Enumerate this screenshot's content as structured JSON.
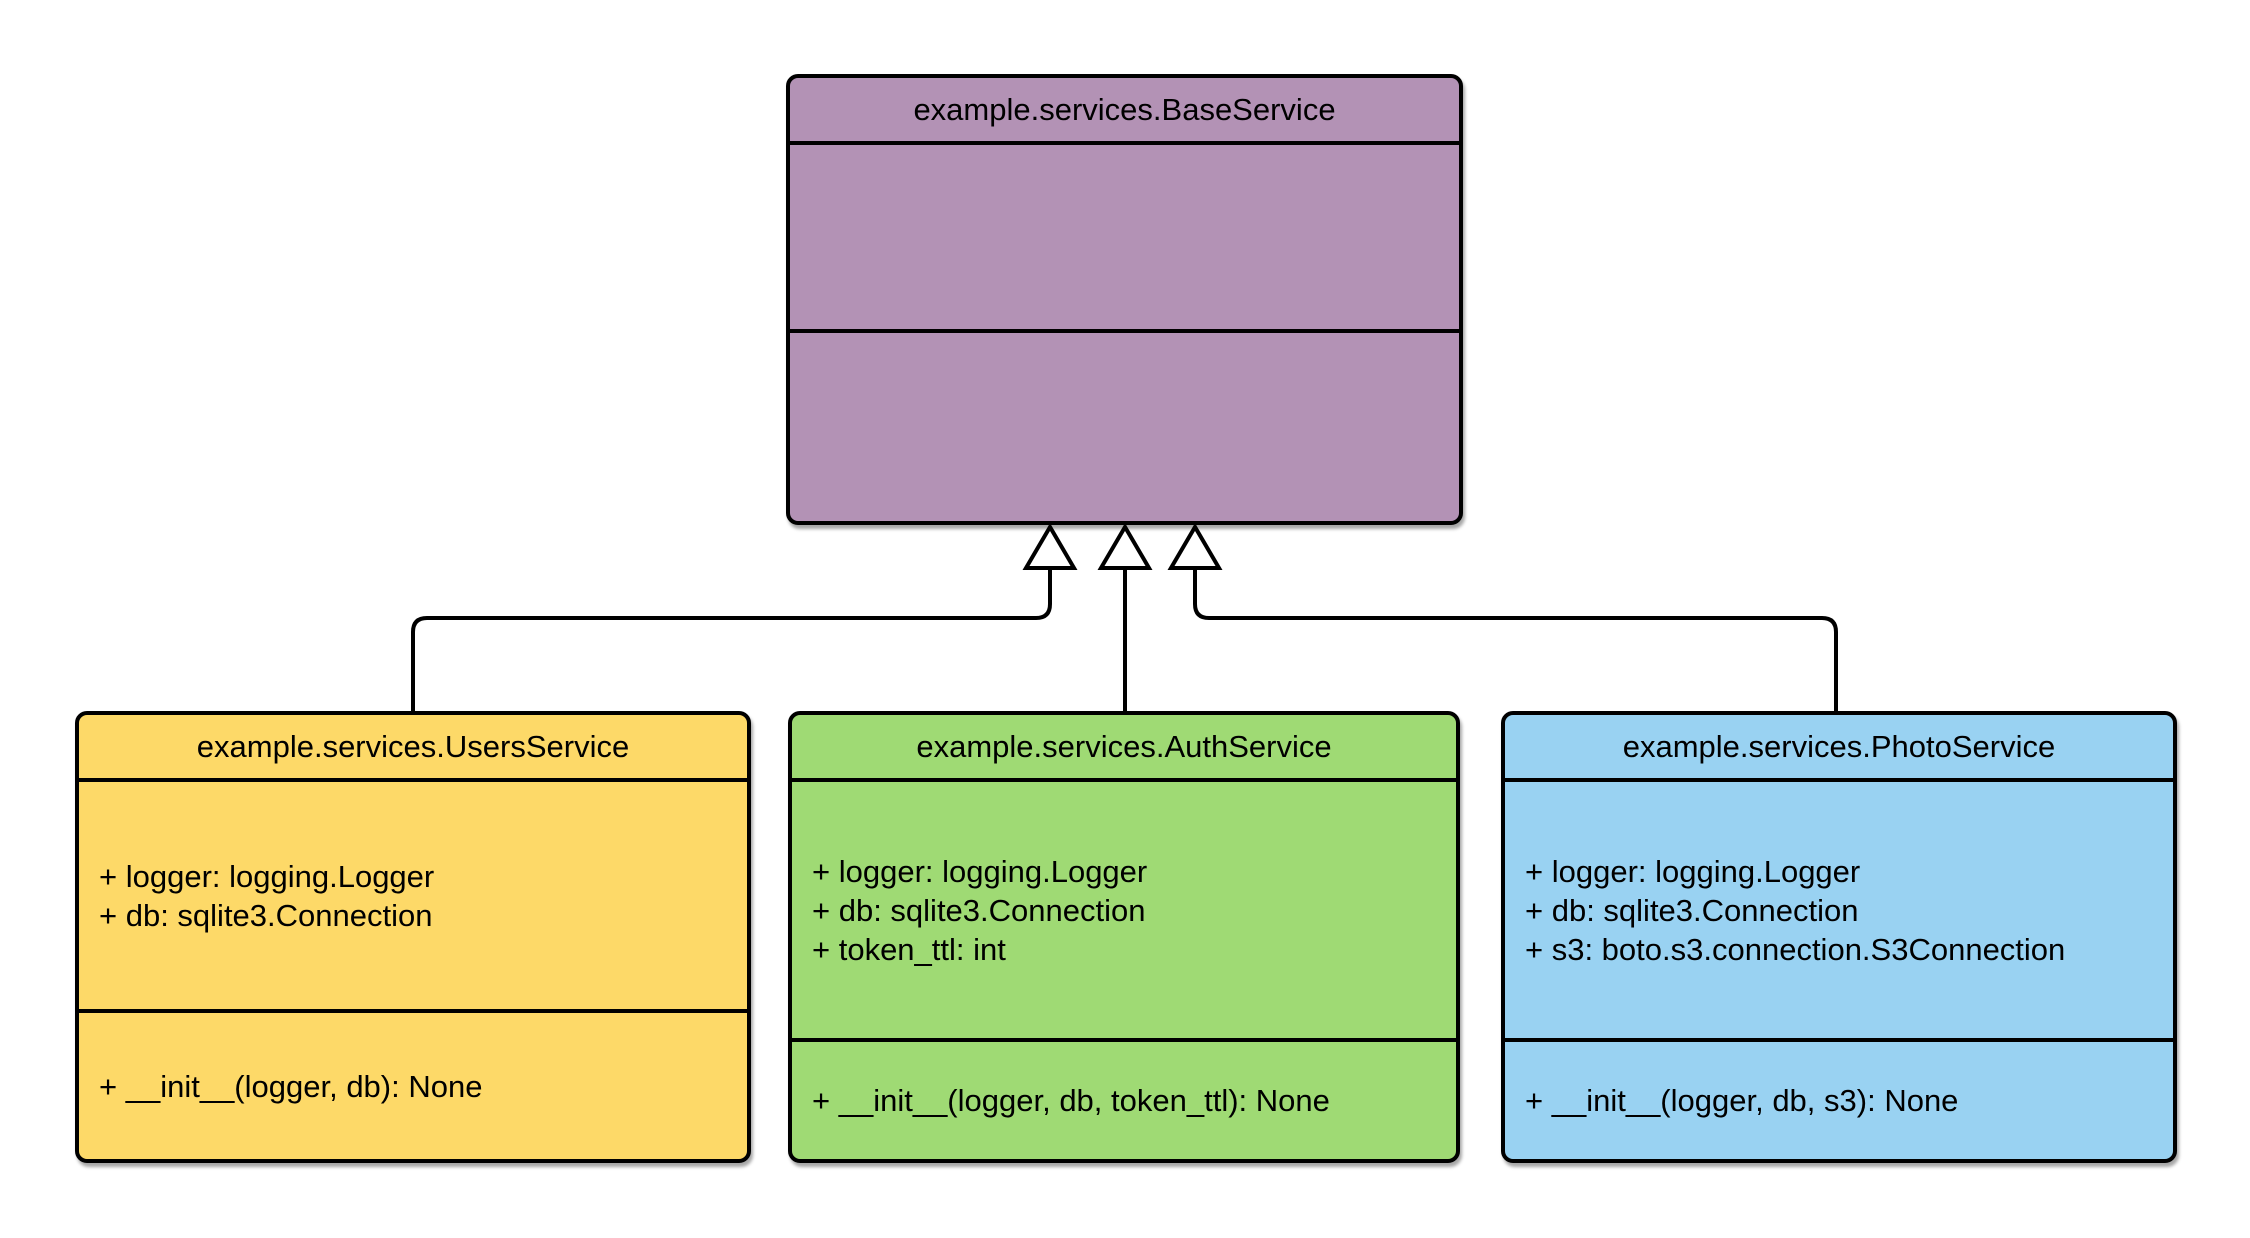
{
  "diagram": {
    "type": "uml-class-diagram",
    "background_color": "#ffffff",
    "line_color": "#000000",
    "classes": [
      {
        "name": "example.services.BaseService",
        "fill": "#b392b5",
        "attributes": [],
        "methods": []
      },
      {
        "name": "example.services.UsersService",
        "fill": "#fdd968",
        "attributes": [
          "+ logger: logging.Logger",
          "+ db: sqlite3.Connection"
        ],
        "methods": [
          "+ __init__(logger, db): None"
        ]
      },
      {
        "name": "example.services.AuthService",
        "fill": "#9fda74",
        "attributes": [
          "+ logger: logging.Logger",
          "+ db: sqlite3.Connection",
          "+ token_ttl: int"
        ],
        "methods": [
          "+ __init__(logger, db, token_ttl): None"
        ]
      },
      {
        "name": "example.services.PhotoService",
        "fill": "#99d2f2",
        "attributes": [
          "+ logger: logging.Logger",
          "+ db: sqlite3.Connection",
          "+ s3: boto.s3.connection.S3Connection"
        ],
        "methods": [
          "+ __init__(logger, db, s3): None"
        ]
      }
    ],
    "relationships": [
      {
        "type": "inheritance",
        "from": "example.services.UsersService",
        "to": "example.services.BaseService"
      },
      {
        "type": "inheritance",
        "from": "example.services.AuthService",
        "to": "example.services.BaseService"
      },
      {
        "type": "inheritance",
        "from": "example.services.PhotoService",
        "to": "example.services.BaseService"
      }
    ]
  }
}
